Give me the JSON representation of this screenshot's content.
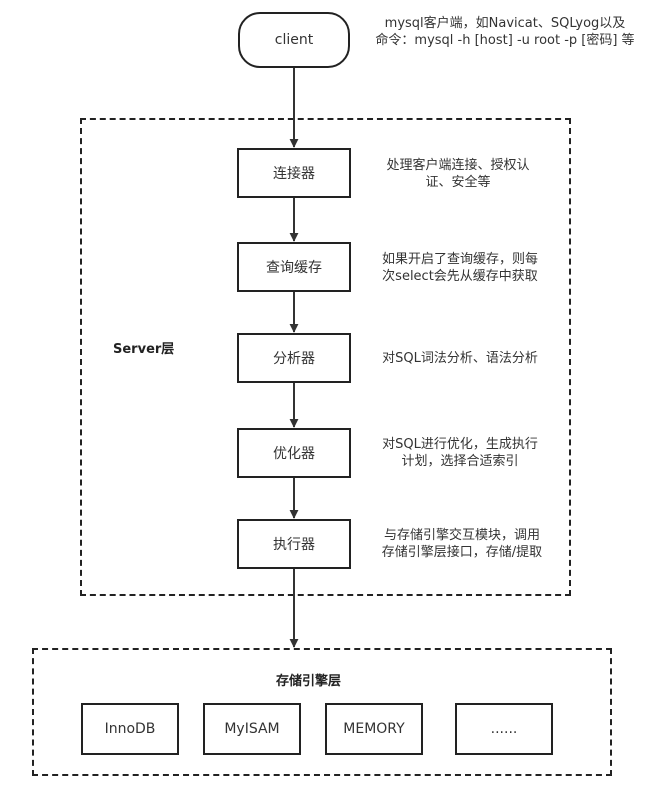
{
  "client": {
    "label": "client",
    "note_line1": "mysql客户端，如Navicat、SQLyog以及",
    "note_line2": "命令：mysql -h [host] -u root -p [密码] 等"
  },
  "server_layer": {
    "label": "Server层",
    "stages": [
      {
        "label": "连接器",
        "note_line1": "处理客户端连接、授权认",
        "note_line2": "证、安全等"
      },
      {
        "label": "查询缓存",
        "note_line1": "如果开启了查询缓存，则每",
        "note_line2": "次select会先从缓存中获取"
      },
      {
        "label": "分析器",
        "note_line1": "对SQL词法分析、语法分析",
        "note_line2": ""
      },
      {
        "label": "优化器",
        "note_line1": "对SQL进行优化，生成执行",
        "note_line2": "计划，选择合适索引"
      },
      {
        "label": "执行器",
        "note_line1": "与存储引擎交互模块，调用",
        "note_line2": "存储引擎层接口，存储/提取"
      }
    ]
  },
  "storage_layer": {
    "label": "存储引擎层",
    "engines": [
      "InnoDB",
      "MyISAM",
      "MEMORY",
      "......"
    ]
  }
}
